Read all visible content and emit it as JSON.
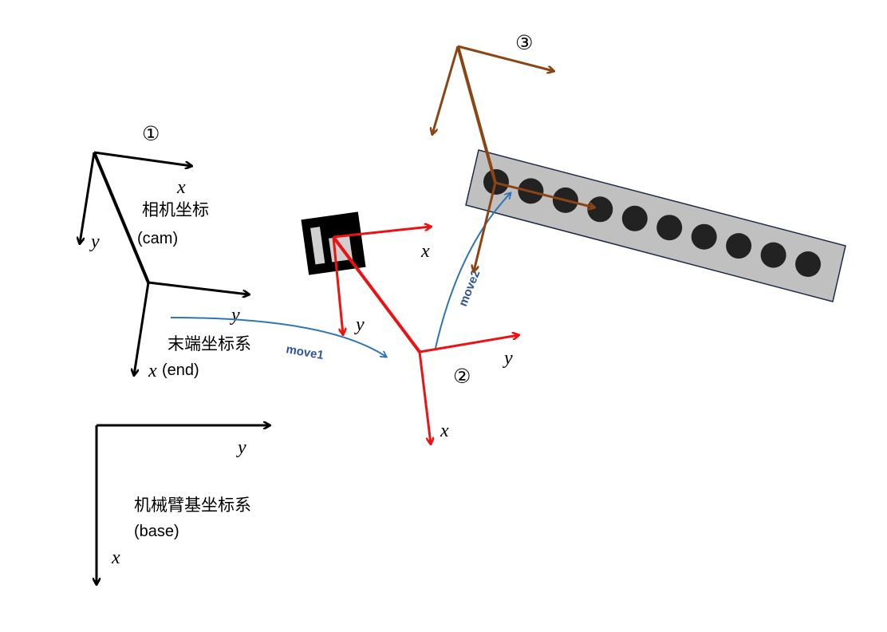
{
  "colors": {
    "black": "#000000",
    "red": "#ee1111",
    "brown": "#8b4513",
    "blue": "#2e75b6",
    "move_text": "#2f5597",
    "tray_fill": "#c0c0c0",
    "hole": "#222222"
  },
  "frames": {
    "cam": {
      "number": "①",
      "name": "相机坐标",
      "code": "(cam)",
      "x": "x",
      "y": "y"
    },
    "end": {
      "name": "末端坐标系",
      "code": "(end)",
      "x": "x",
      "y": "y"
    },
    "base": {
      "name": "机械臂基坐标系",
      "code": "(base)",
      "x": "x",
      "y": "y"
    },
    "target2": {
      "number": "②",
      "x": "x",
      "y": "y"
    },
    "target3": {
      "number": "③"
    }
  },
  "marker": {
    "x": "x",
    "y": "y"
  },
  "moves": {
    "move1": "move1",
    "move2": "move2"
  },
  "tray": {
    "hole_count": 10
  }
}
